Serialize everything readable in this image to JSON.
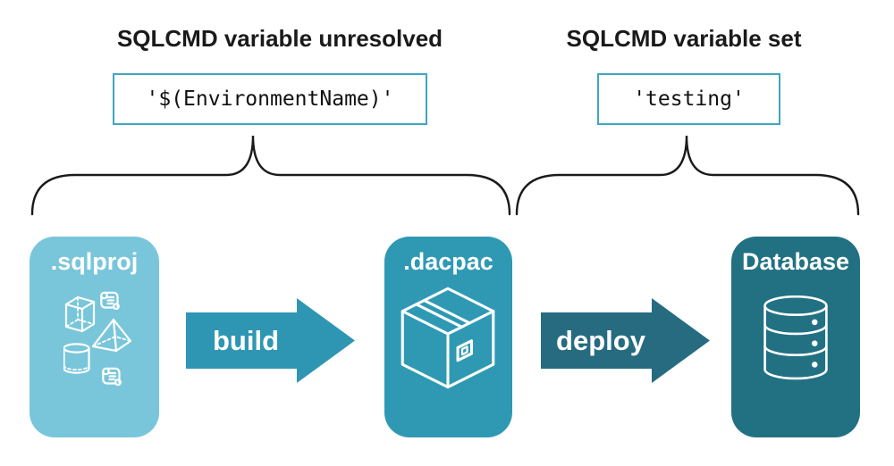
{
  "diagram": {
    "left_group": {
      "heading": "SQLCMD variable unresolved",
      "code": "'$(EnvironmentName)'"
    },
    "right_group": {
      "heading": "SQLCMD variable set",
      "code": "'testing'"
    },
    "nodes": [
      {
        "label": ".sqlproj",
        "icon": "sql-objects-icon",
        "fill": "#79c6db"
      },
      {
        "label": ".dacpac",
        "icon": "package-box-icon",
        "fill": "#2f99b4"
      },
      {
        "label": "Database",
        "icon": "database-cylinder-icon",
        "fill": "#227183"
      }
    ],
    "arrows": [
      {
        "label": "build",
        "fill": "#2e96b2"
      },
      {
        "label": "deploy",
        "fill": "#266b80"
      }
    ],
    "colors": {
      "code_box_border": "#3fa6c1",
      "heading_text": "#1a1a1a",
      "brace_stroke": "#1a1a1a",
      "icon_stroke": "#ffffff",
      "background": "#ffffff"
    }
  }
}
